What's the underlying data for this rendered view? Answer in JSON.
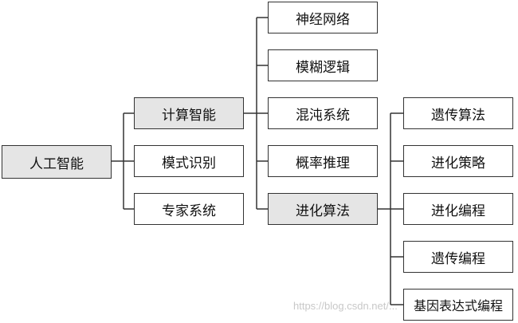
{
  "colors": {
    "highlight_fill": "#e5e5e5",
    "normal_fill": "#ffffff",
    "border": "#333333",
    "line": "#333333"
  },
  "nodes": {
    "root": "人工智能",
    "computational_intelligence": "计算智能",
    "pattern_recognition": "模式识别",
    "expert_system": "专家系统",
    "neural_network": "神经网络",
    "fuzzy_logic": "模糊逻辑",
    "chaos_system": "混沌系统",
    "probabilistic_reasoning": "概率推理",
    "evolutionary_algorithm": "进化算法",
    "genetic_algorithm": "遗传算法",
    "evolution_strategy": "进化策略",
    "evolutionary_programming": "进化编程",
    "genetic_programming": "遗传编程",
    "gene_expression_programming": "基因表达式编程"
  },
  "watermark": "https://blog.csdn.net/..."
}
